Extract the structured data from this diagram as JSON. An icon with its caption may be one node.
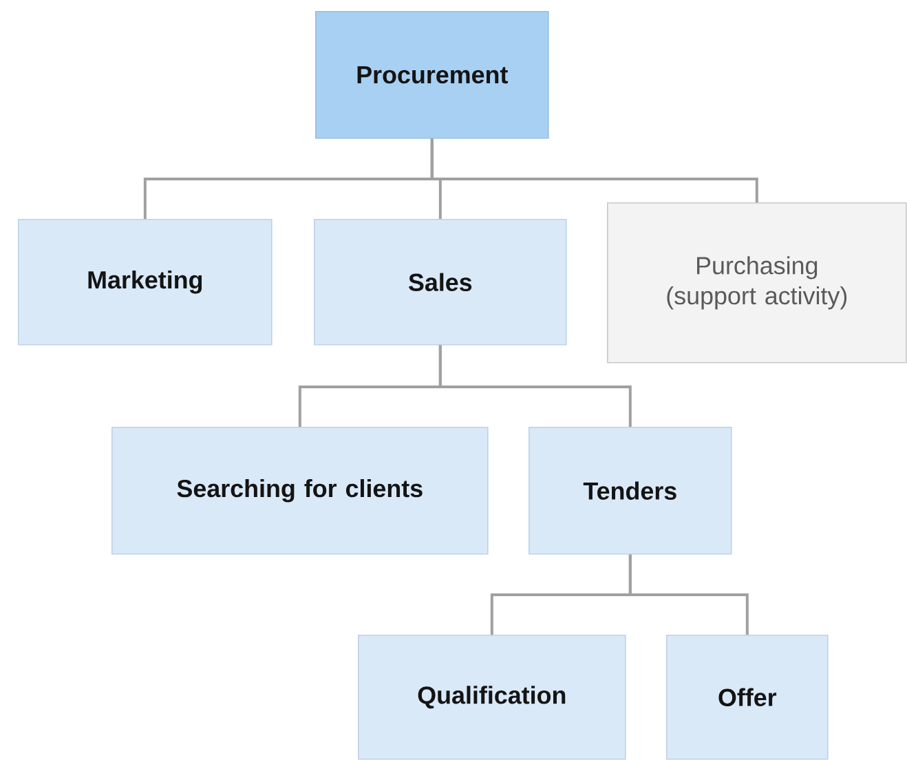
{
  "diagram": {
    "nodes": [
      {
        "text": [
          "Procurement"
        ]
      },
      {
        "text": [
          "Marketing"
        ]
      },
      {
        "text": [
          "Sales"
        ]
      },
      {
        "text": [
          "Purchasing (support activity)"
        ]
      },
      {
        "text": [
          "Searching for clients"
        ]
      },
      {
        "text": [
          "Tenders"
        ]
      },
      {
        "text": [
          "Qualification"
        ]
      },
      {
        "text": [
          "Offer"
        ]
      }
    ],
    "edges": [
      {
        "from": 0,
        "to": 1,
        "arrow": "none"
      },
      {
        "from": 0,
        "to": 2,
        "arrow": "none"
      },
      {
        "from": 0,
        "to": 3,
        "arrow": "none"
      },
      {
        "from": 2,
        "to": 4,
        "arrow": "none"
      },
      {
        "from": 2,
        "to": 5,
        "arrow": "none"
      },
      {
        "from": 5,
        "to": 6,
        "arrow": "none"
      },
      {
        "from": 5,
        "to": 7,
        "arrow": "none"
      }
    ]
  }
}
